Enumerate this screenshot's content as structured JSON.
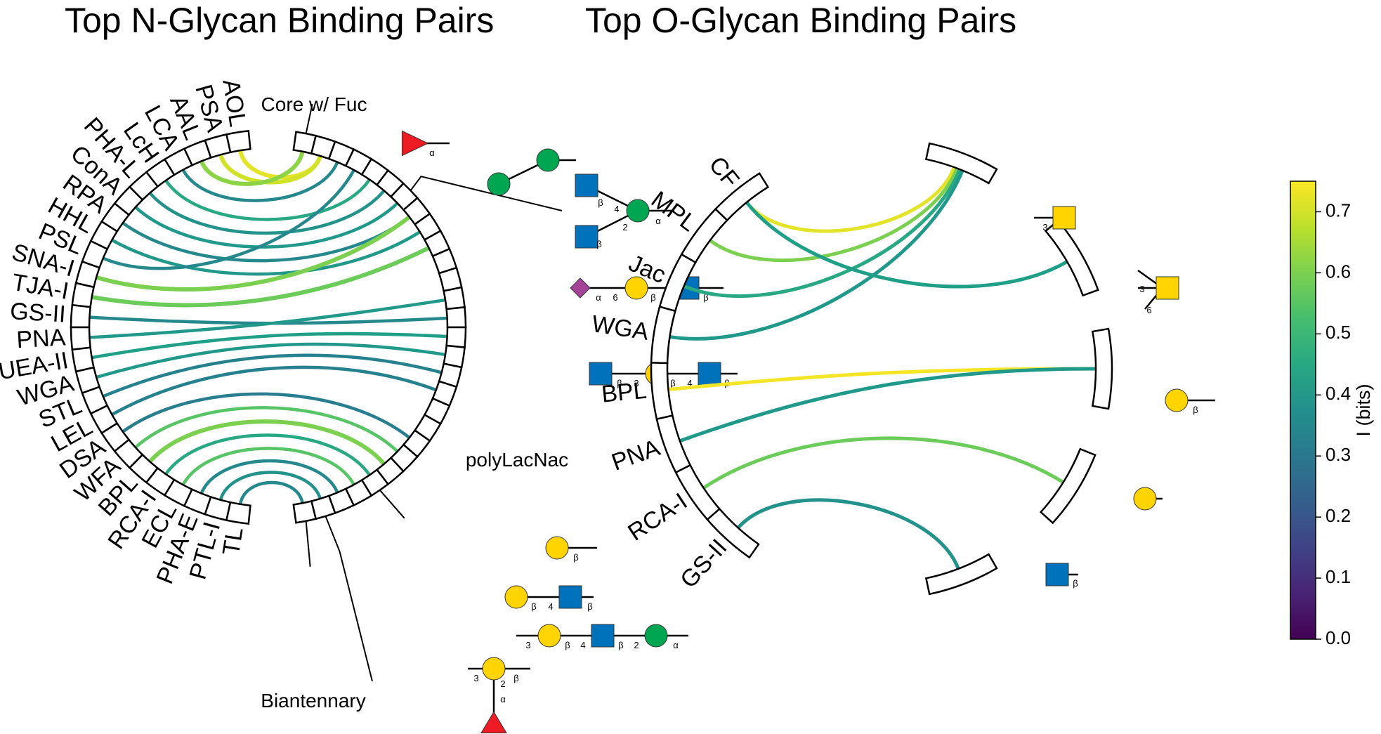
{
  "titles": {
    "n_glycan": "Top N-Glycan Binding Pairs",
    "o_glycan": "Top O-Glycan Binding Pairs"
  },
  "colorbar": {
    "label": "I (bits)",
    "min": 0.0,
    "max": 0.75,
    "ticks": [
      "0.0",
      "0.1",
      "0.2",
      "0.3",
      "0.4",
      "0.5",
      "0.6",
      "0.7"
    ],
    "colormap": "viridis"
  },
  "n_glycan_circle": {
    "lectins": [
      "AOL",
      "PSA",
      "AAL",
      "LCA",
      "LcH",
      "PHA-L",
      "ConA",
      "RPA",
      "HHL",
      "PSL",
      "SNA-I",
      "TJA-I",
      "GS-II",
      "PNA",
      "UEA-II",
      "WGA",
      "STL",
      "LEL",
      "DSA",
      "WFA",
      "BPL",
      "RCA-I",
      "ECL",
      "PHA-E",
      "PTL-I",
      "TL"
    ],
    "motif_group_labels": [
      "Core w/ Fuc",
      "polyLacNac",
      "Biantennary"
    ],
    "linkage_labels": {
      "fuc_a": "α",
      "branch_b": "β",
      "branch_4": "4",
      "branch_2": "2",
      "branch_a": "α",
      "sialyl_a": "α",
      "sialyl_6": "6",
      "sialyl_b1": "β",
      "sialyl_4": "4",
      "sialyl_b2": "β",
      "lacnac_b1": "β",
      "lacnac_3": "3",
      "lacnac_b2": "β",
      "lacnac_4": "4",
      "lacnac_b3": "β",
      "gal_b": "β",
      "galglc_b1": "β",
      "galglc_4": "4",
      "galglc_b2": "β",
      "chain_3": "3",
      "chain_b1": "β",
      "chain_4": "4",
      "chain_b2": "β",
      "chain_2": "2",
      "chain_a": "α",
      "bi_3": "3",
      "bi_2": "2",
      "bi_b": "β",
      "bi_a": "α"
    },
    "links": [
      {
        "lectin": "AOL",
        "motif": 1,
        "I": 0.72
      },
      {
        "lectin": "PSA",
        "motif": 1,
        "I": 0.7
      },
      {
        "lectin": "AAL",
        "motif": 0,
        "I": 0.62
      },
      {
        "lectin": "LCA",
        "motif": 2,
        "I": 0.35
      },
      {
        "lectin": "LcH",
        "motif": 4,
        "I": 0.45
      },
      {
        "lectin": "PHA-L",
        "motif": 5,
        "I": 0.38
      },
      {
        "lectin": "ConA",
        "motif": 6,
        "I": 0.4
      },
      {
        "lectin": "RPA",
        "motif": 7,
        "I": 0.35
      },
      {
        "lectin": "HHL",
        "motif": 8,
        "I": 0.4
      },
      {
        "lectin": "PSL",
        "motif": 3,
        "I": 0.35
      },
      {
        "lectin": "SNA-I",
        "motif": 7,
        "I": 0.6
      },
      {
        "lectin": "TJA-I",
        "motif": 9,
        "I": 0.58
      },
      {
        "lectin": "GS-II",
        "motif": 13,
        "I": 0.35
      },
      {
        "lectin": "PNA",
        "motif": 12,
        "I": 0.4
      },
      {
        "lectin": "UEA-II",
        "motif": 14,
        "I": 0.42
      },
      {
        "lectin": "WGA",
        "motif": 15,
        "I": 0.4
      },
      {
        "lectin": "STL",
        "motif": 16,
        "I": 0.33
      },
      {
        "lectin": "LEL",
        "motif": 17,
        "I": 0.33
      },
      {
        "lectin": "DSA",
        "motif": 20,
        "I": 0.32
      },
      {
        "lectin": "WFA",
        "motif": 21,
        "I": 0.55
      },
      {
        "lectin": "BPL",
        "motif": 22,
        "I": 0.6
      },
      {
        "lectin": "RCA-I",
        "motif": 23,
        "I": 0.45
      },
      {
        "lectin": "ECL",
        "motif": 24,
        "I": 0.55
      },
      {
        "lectin": "PHA-E",
        "motif": 25,
        "I": 0.35
      },
      {
        "lectin": "PTL-I",
        "motif": 26,
        "I": 0.38
      },
      {
        "lectin": "TL",
        "motif": 27,
        "I": 0.35
      }
    ]
  },
  "o_glycan_circle": {
    "lectins": [
      "CF",
      "MPL",
      "Jac",
      "WGA",
      "BPL",
      "PNA",
      "RCA-I",
      "GS-II"
    ],
    "linkage_labels": {
      "m0_3": "3",
      "m1_3": "3",
      "m1_6": "6",
      "m2_b": "β",
      "m4_b": "β"
    },
    "links": [
      {
        "lectin": "CF",
        "motif": 0,
        "I": 0.72
      },
      {
        "lectin": "MPL",
        "motif": 0,
        "I": 0.6
      },
      {
        "lectin": "Jac",
        "motif": 0,
        "I": 0.45
      },
      {
        "lectin": "WGA",
        "motif": 0,
        "I": 0.4
      },
      {
        "lectin": "CF",
        "motif": 1,
        "I": 0.42
      },
      {
        "lectin": "BPL",
        "motif": 2,
        "I": 0.74
      },
      {
        "lectin": "PNA",
        "motif": 2,
        "I": 0.4
      },
      {
        "lectin": "RCA-I",
        "motif": 3,
        "I": 0.58
      },
      {
        "lectin": "GS-II",
        "motif": 4,
        "I": 0.38
      }
    ]
  },
  "colors": {
    "fucose": "#ed1c24",
    "mannose": "#00a651",
    "glcnac": "#0072bc",
    "galactose": "#ffd400",
    "galnac": "#ffd400",
    "neu5ac": "#a54399"
  }
}
